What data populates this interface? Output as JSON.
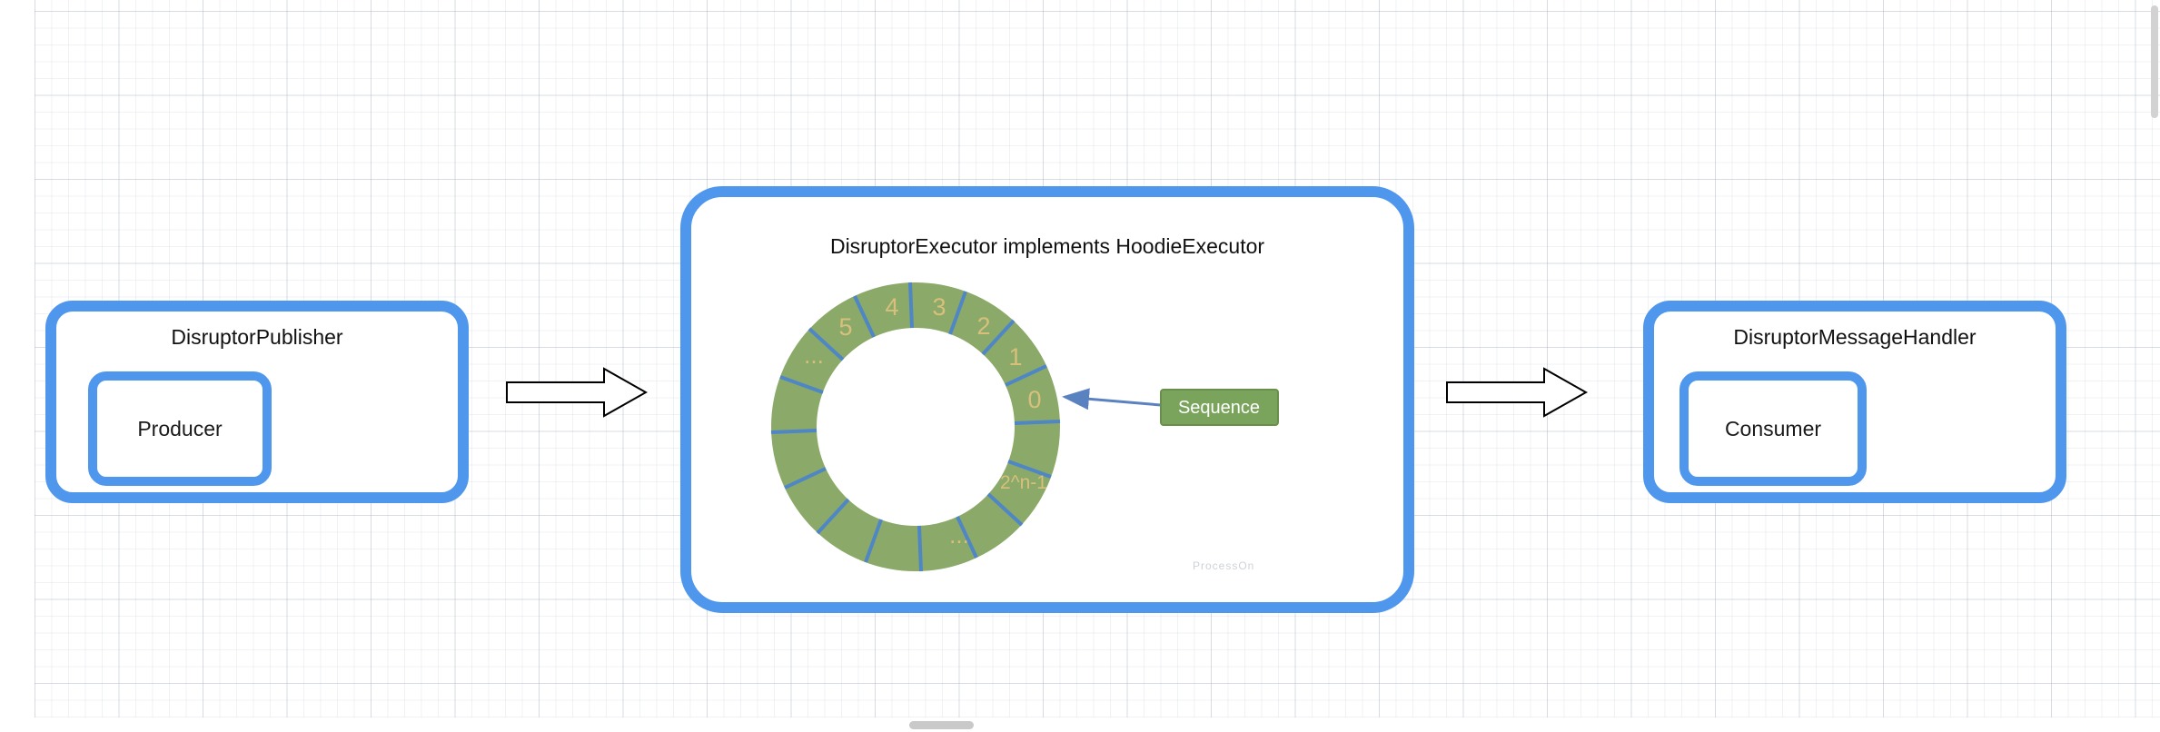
{
  "publisher": {
    "title": "DisruptorPublisher",
    "producer_label": "Producer"
  },
  "executor": {
    "title": "DisruptorExecutor implements HoodieExecutor",
    "sequence_label": "Sequence",
    "ring": {
      "slots": [
        "5",
        "4",
        "3",
        "2",
        "1",
        "0"
      ],
      "upper_ellipsis": "...",
      "lower_ellipsis": "...",
      "last_slot_label": "2^n-1"
    },
    "watermark": "ProcessOn"
  },
  "handler": {
    "title": "DisruptorMessageHandler",
    "consumer_label": "Consumer"
  },
  "colors": {
    "box_border_blue": "#4f96ed",
    "ring_green": "#8ba968",
    "ring_divider_blue": "#4f86c6",
    "slot_text_tan": "#d8c07c",
    "sequence_green": "#7aa45c",
    "sequence_border_green": "#69904a",
    "pointer_blue": "#5b82c0",
    "flow_arrow_fill": "#ffffff",
    "flow_arrow_stroke": "#000000"
  }
}
